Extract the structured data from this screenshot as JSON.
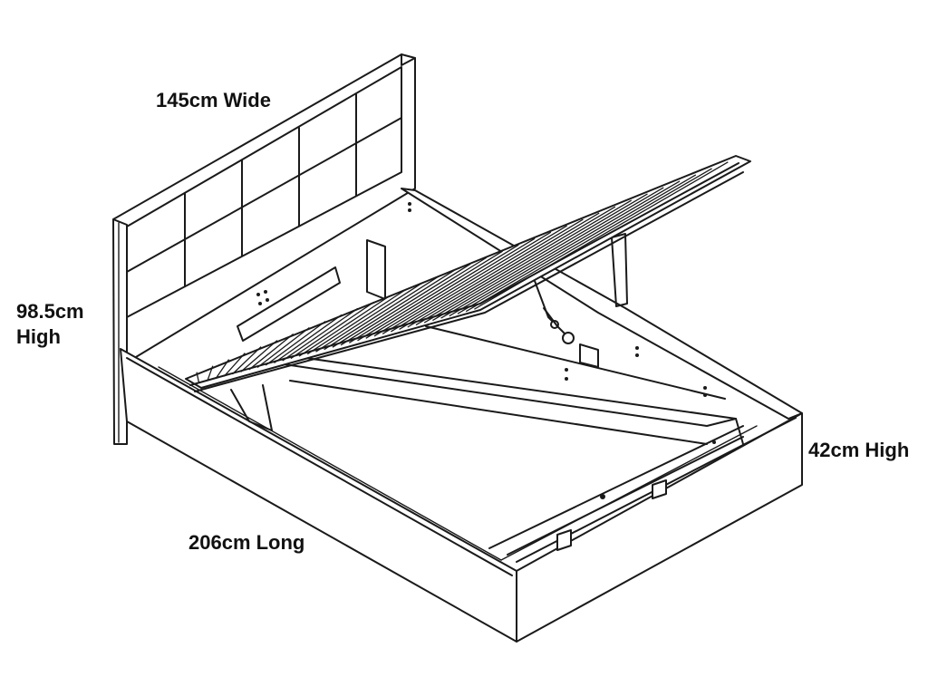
{
  "dimensions": {
    "width_label": "145cm Wide",
    "headboard_height_label": "98.5cm\nHigh",
    "headboard_height_line1": "98.5cm",
    "headboard_height_line2": "High",
    "base_height_label": "42cm High",
    "length_label": "206cm Long"
  },
  "colors": {
    "line": "#1a1a1a",
    "background": "#ffffff"
  }
}
